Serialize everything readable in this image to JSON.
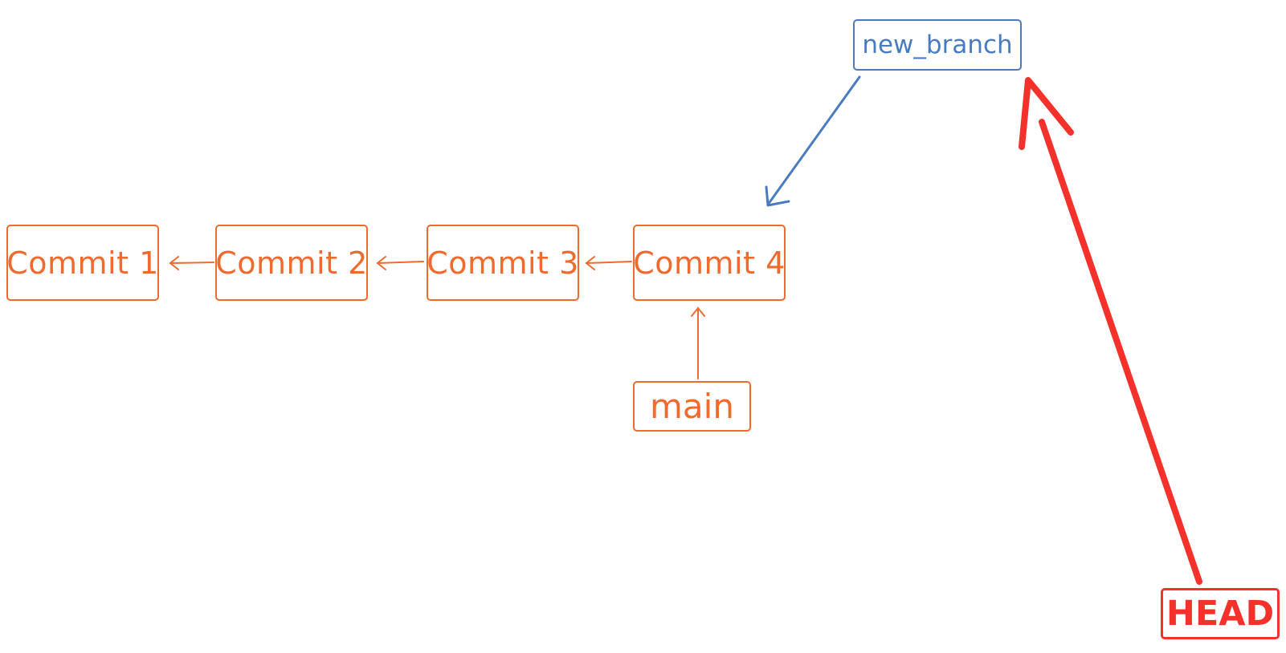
{
  "diagram": {
    "commits": [
      {
        "id": "c1",
        "label": "Commit 1"
      },
      {
        "id": "c2",
        "label": "Commit 2"
      },
      {
        "id": "c3",
        "label": "Commit 3"
      },
      {
        "id": "c4",
        "label": "Commit 4"
      }
    ],
    "branches": [
      {
        "id": "main",
        "label": "main",
        "points_to": "c4"
      },
      {
        "id": "new_branch",
        "label": "new_branch",
        "points_to": "c4"
      }
    ],
    "head": {
      "label": "HEAD",
      "points_to": "new_branch"
    },
    "edges": [
      {
        "from": "c2",
        "to": "c1"
      },
      {
        "from": "c3",
        "to": "c2"
      },
      {
        "from": "c4",
        "to": "c3"
      }
    ],
    "colors": {
      "commit": "#ef6a2d",
      "branch": "#4a7bc0",
      "head": "#f4322b",
      "background": "#ffffff"
    }
  }
}
